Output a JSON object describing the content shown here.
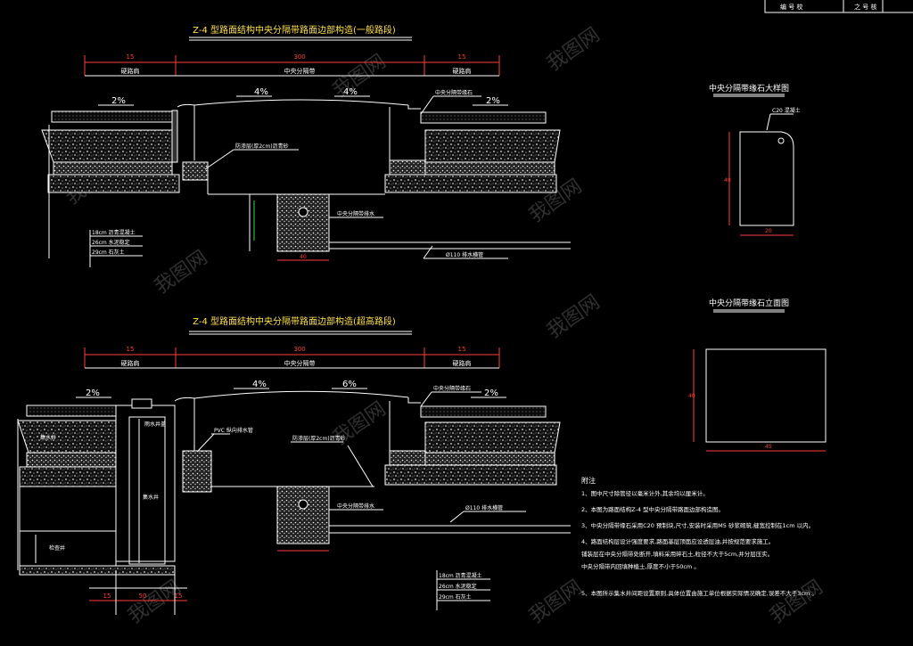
{
  "title_block": {
    "cell1": "编 号 校",
    "cell2": "之 号 核"
  },
  "section1": {
    "title": "Z-4 型路面结构中央分隔带路面边部构造(一般路段)",
    "dims": [
      "15",
      "300",
      "15"
    ],
    "zones": [
      "硬路肩",
      "中央分隔带",
      "硬路肩"
    ],
    "slopes": [
      "2%",
      "4%",
      "4%",
      "2%"
    ],
    "labels": {
      "curb": "中央分隔带缘石",
      "waterproof": "防渗层(厚2cm)沥青砂",
      "drain": "中央分隔带排水",
      "pipe": "Ø110 排水横管",
      "bottom_dim": "40"
    },
    "layers": [
      "18cm 沥青混凝土",
      "26cm 水泥稳定",
      "29cm 石灰土"
    ]
  },
  "section2": {
    "title": "Z-4 型路面结构中央分隔带路面边部构造(超高路段)",
    "dims": [
      "15",
      "300",
      "15"
    ],
    "zones": [
      "硬路肩",
      "中央分隔带",
      "硬路肩"
    ],
    "slopes": [
      "2%",
      "4%",
      "6%",
      "2%"
    ],
    "labels": {
      "curb": "中央分隔带缘石",
      "waterproof": "防渗层(厚2cm)沥青砂",
      "drain": "中央分隔带排水",
      "pipe": "Ø110 排水横管",
      "collector": "集水井",
      "cover": "雨水井盖",
      "pvc": "PVC 纵向排水管",
      "sump": "集水井",
      "pit": "检查井"
    },
    "bottom_dims": [
      "15",
      "50",
      "15"
    ],
    "layers": [
      "18cm 沥青混凝土",
      "26cm 水泥稳定",
      "29cm 石灰土"
    ]
  },
  "detail1": {
    "title": "中央分隔带缘石大样图",
    "tag": "C20 混凝土",
    "h": "40",
    "w": "20"
  },
  "detail2": {
    "title": "中央分隔带缘石立面图",
    "h": "40",
    "w": "45"
  },
  "notes": {
    "heading": "附注",
    "items": [
      "1、图中尺寸除管径以毫米计外,其余均以厘米计。",
      "2、本图为路面结构Z-4 型中央分隔带路面边部构造图。",
      "3、中央分隔带缘石采用C20 预制块,尺寸,安装时采用M5 砂浆砌筑,缝宽控制在1cm 以内。",
      "4、路面结构层设计强度要求,路面基层顶面应设透层油,并按规范要求施工。",
      "   铺装层在中央分隔带处断开,填料采用碎石土,粒径不大于5cm,并分层压实。",
      "   中央分隔带内回填种植土,厚度不小于50cm 。",
      "5、本图所示集水井间距设置原则,具体位置由施工单位根据实际情况确定,误差不大于3cm 。"
    ]
  }
}
